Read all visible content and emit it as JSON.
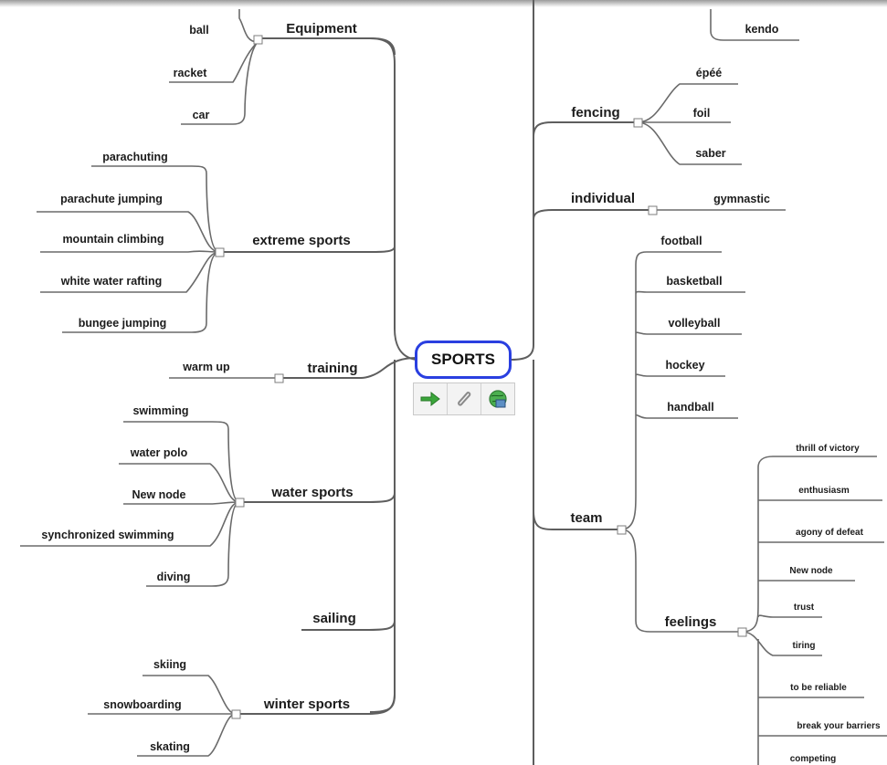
{
  "root": {
    "label": "SPORTS"
  },
  "toolbar": {
    "icons": [
      "arrow-right-icon",
      "attachment-icon",
      "globe-link-icon"
    ]
  },
  "colors": {
    "root_border": "#2a3fe0",
    "edge": "#5e5e5e"
  },
  "branches": {
    "equipment": {
      "label": "Equipment",
      "children": [
        "ball",
        "racket",
        "car"
      ]
    },
    "extreme": {
      "label": "extreme sports",
      "children": [
        "parachuting",
        "parachute jumping",
        "mountain climbing",
        "white water rafting",
        "bungee jumping"
      ]
    },
    "training": {
      "label": "training",
      "children": [
        "warm up"
      ]
    },
    "water": {
      "label": "water sports",
      "children": [
        "swimming",
        "water polo",
        "New node",
        "synchronized swimming",
        "diving"
      ]
    },
    "sailing": {
      "label": "sailing"
    },
    "winter": {
      "label": "winter sports",
      "children": [
        "skiing",
        "snowboarding",
        "skating"
      ]
    },
    "martial": {
      "children": [
        "kendo"
      ]
    },
    "fencing": {
      "label": "fencing",
      "children": [
        "épéé",
        "foil",
        "saber"
      ]
    },
    "individual": {
      "label": "individual",
      "children": [
        "gymnastic"
      ]
    },
    "team": {
      "label": "team",
      "children": [
        "football",
        "basketball",
        "volleyball",
        "hockey",
        "handball"
      ],
      "feelings": {
        "label": "feelings",
        "children": [
          "thrill of victory",
          "enthusiasm",
          "agony of defeat",
          "New node",
          "trust",
          "tiring",
          "to be reliable",
          "break your barriers",
          "competing"
        ]
      }
    }
  }
}
